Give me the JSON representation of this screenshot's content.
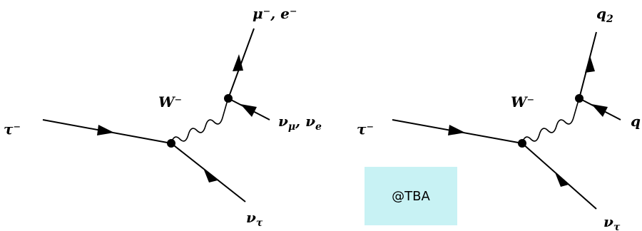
{
  "colors": {
    "background": "#ffffff",
    "ink": "#000000",
    "note_box": "#c8f2f4"
  },
  "left_diagram": {
    "incoming": "τ⁻",
    "boson": "W⁻",
    "outgoing_top": "μ⁻, e⁻",
    "outgoing_antineutrino": "ν",
    "outgoing_antineutrino_sub": "μ",
    "outgoing_antineutrino_second": ", ν",
    "outgoing_antineutrino_second_sub": "e",
    "neutrino": "ν",
    "neutrino_sub": "τ"
  },
  "right_diagram": {
    "incoming": "τ⁻",
    "boson": "W⁻",
    "quark_top": "q",
    "quark_top_sub": "2",
    "quark_side": "q",
    "neutrino": "ν",
    "neutrino_sub": "τ"
  },
  "note": {
    "text": "@TBA"
  }
}
